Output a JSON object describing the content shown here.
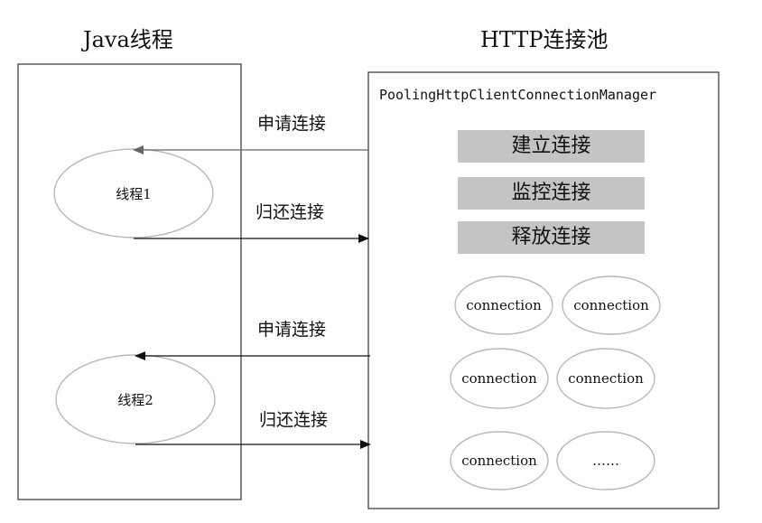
{
  "left_title": "Java线程",
  "right_title": "HTTP连接池",
  "manager_label": "PoolingHttpClientConnectionManager",
  "controls": [
    "建立连接",
    "监控连接",
    "释放连接"
  ],
  "threads": [
    "线程1",
    "线程2"
  ],
  "arrows": [
    "申请连接",
    "归还连接",
    "申请连接",
    "归还连接"
  ],
  "connections": [
    "connection",
    "connection",
    "connection",
    "connection",
    "connection",
    "……"
  ],
  "colors": {
    "control_fill": "#c4c4c4",
    "ellipse_stroke": "#b8b8b8",
    "box_stroke": "#333333"
  }
}
